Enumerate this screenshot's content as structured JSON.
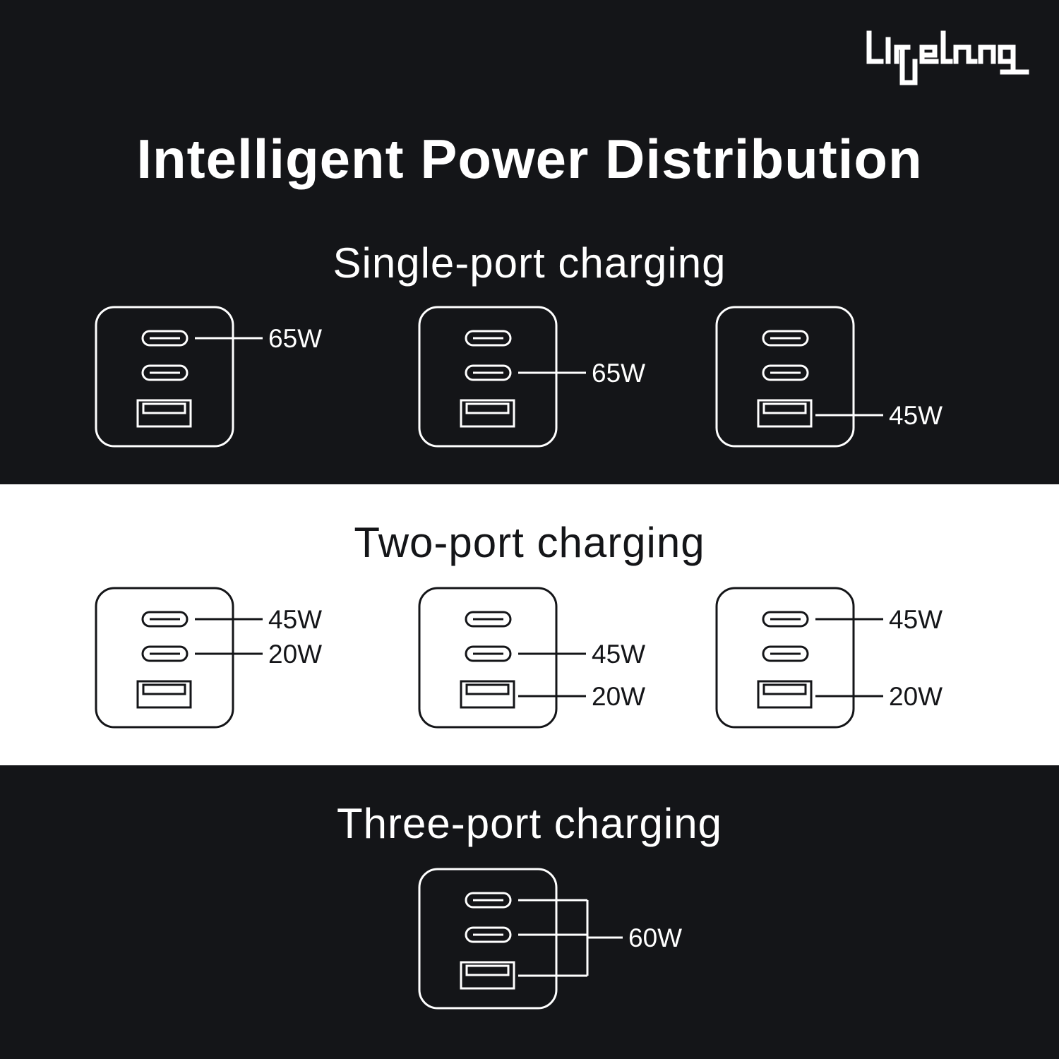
{
  "brand": {
    "logo_text": "lifelong"
  },
  "title": "Intelligent Power Distribution",
  "colors": {
    "dark": "#141518",
    "light": "#ffffff"
  },
  "sections": [
    {
      "heading": "Single-port charging",
      "theme": "dark",
      "chargers": [
        {
          "outputs": [
            {
              "port": "usb-c-1",
              "label": "65W"
            }
          ]
        },
        {
          "outputs": [
            {
              "port": "usb-c-2",
              "label": "65W"
            }
          ]
        },
        {
          "outputs": [
            {
              "port": "usb-a",
              "label": "45W"
            }
          ]
        }
      ]
    },
    {
      "heading": "Two-port charging",
      "theme": "light",
      "chargers": [
        {
          "outputs": [
            {
              "port": "usb-c-1",
              "label": "45W"
            },
            {
              "port": "usb-c-2",
              "label": "20W"
            }
          ]
        },
        {
          "outputs": [
            {
              "port": "usb-c-2",
              "label": "45W"
            },
            {
              "port": "usb-a",
              "label": "20W"
            }
          ]
        },
        {
          "outputs": [
            {
              "port": "usb-c-1",
              "label": "45W"
            },
            {
              "port": "usb-a",
              "label": "20W"
            }
          ]
        }
      ]
    },
    {
      "heading": "Three-port charging",
      "theme": "dark",
      "chargers": [
        {
          "combined": true,
          "outputs": [
            {
              "port": "all",
              "label": "60W"
            }
          ]
        }
      ]
    }
  ]
}
